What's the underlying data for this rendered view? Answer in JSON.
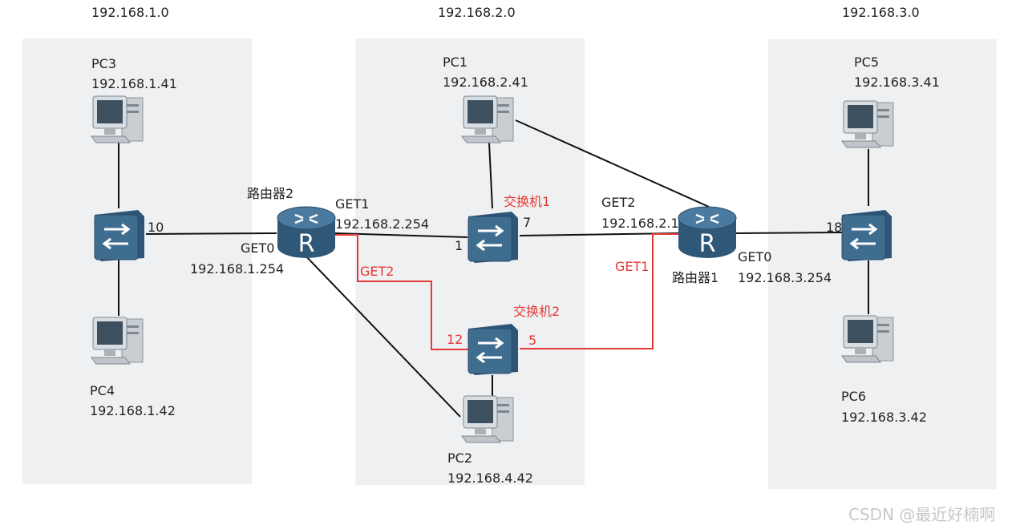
{
  "networks": {
    "net1": "192.168.1.0",
    "net2": "192.168.2.0",
    "net3": "192.168.3.0"
  },
  "pcs": {
    "pc3": {
      "name": "PC3",
      "ip": "192.168.1.41"
    },
    "pc4": {
      "name": "PC4",
      "ip": "192.168.1.42"
    },
    "pc1": {
      "name": "PC1",
      "ip": "192.168.2.41"
    },
    "pc2": {
      "name": "PC2",
      "ip": "192.168.4.42"
    },
    "pc5": {
      "name": "PC5",
      "ip": "192.168.3.41"
    },
    "pc6": {
      "name": "PC6",
      "ip": "192.168.3.42"
    }
  },
  "routers": {
    "r2": {
      "name": "路由器2",
      "get0": "GET0",
      "get0_ip": "192.168.1.254",
      "get1": "GET1",
      "get1_ip": "192.168.2.254",
      "get2": "GET2"
    },
    "r1": {
      "name": "路由器1",
      "get0": "GET0",
      "get0_ip": "192.168.3.254",
      "get1": "GET1",
      "get2": "GET2",
      "get2_ip": "192.168.2.1"
    }
  },
  "switches": {
    "sw1": {
      "name": "交换机1",
      "port_r": "7",
      "port_l": "1"
    },
    "sw2": {
      "name": "交换机2",
      "port_l": "12",
      "port_r": "5"
    },
    "swL": {
      "port": "10"
    },
    "swR": {
      "port": "18"
    }
  },
  "watermark": "CSDN @最近好楠啊",
  "colors": {
    "zone": "#eef0f2",
    "red_link": "#e53935",
    "black_link": "#111111",
    "router": "#3f6d90",
    "switch": "#3f6d90"
  }
}
